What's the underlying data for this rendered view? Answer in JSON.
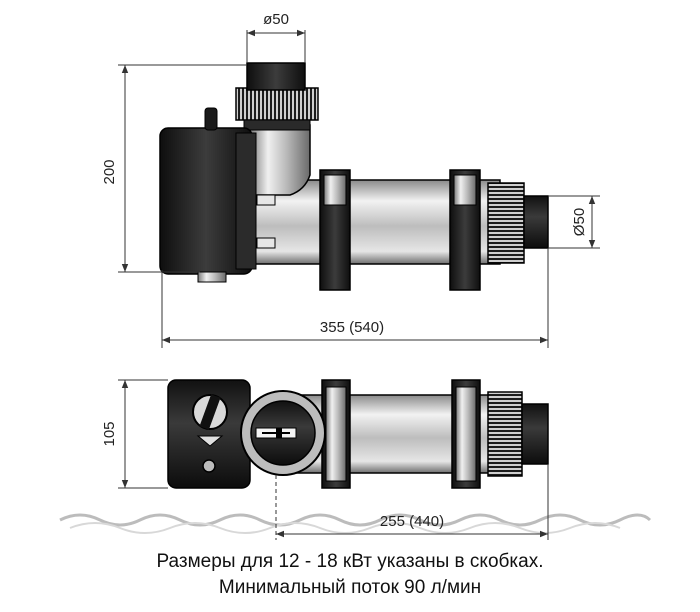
{
  "dimensions": {
    "top_inlet_diameter": "ø50",
    "side_outlet_diameter": "Ø50",
    "height": "200",
    "length": "355 (540)",
    "depth": "105",
    "flow_length": "255 (440)"
  },
  "caption": {
    "line1": "Размеры для 12 - 18 кВт указаны в скобках.",
    "line2": "Минимальный поток 90 л/мин"
  },
  "colors": {
    "body_dark": "#1a1a1a",
    "tube_metal": "#c8c8c8",
    "outline": "#000000",
    "dim_line": "#333333",
    "water": "#cfcfcf"
  }
}
